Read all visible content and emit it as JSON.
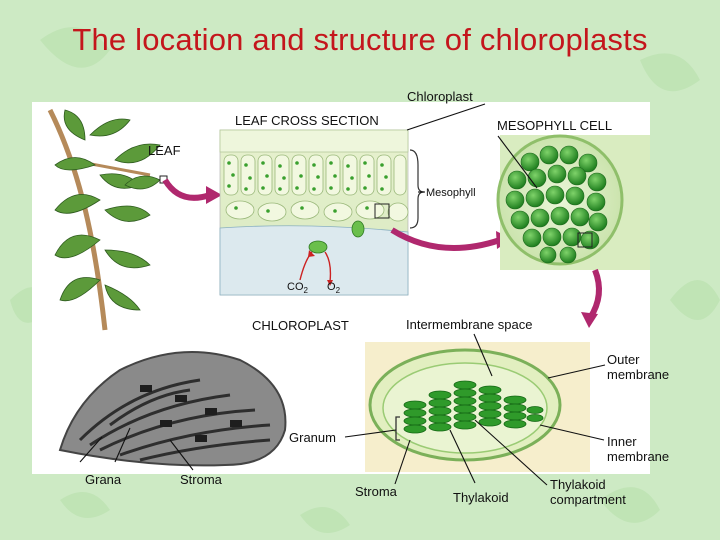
{
  "title": "The location and structure of chloroplasts",
  "labels": {
    "chloroplast": "Chloroplast",
    "leaf_cross_section": "LEAF CROSS SECTION",
    "mesophyll_cell": "MESOPHYLL CELL",
    "leaf": "LEAF",
    "mesophyll": "Mesophyll",
    "co2": "CO",
    "co2_sub": "2",
    "o2": "O",
    "o2_sub": "2",
    "chloroplast_caps": "CHLOROPLAST",
    "intermembrane_space": "Intermembrane space",
    "outer_membrane_1": "Outer",
    "outer_membrane_2": "membrane",
    "granum": "Granum",
    "inner_membrane_1": "Inner",
    "inner_membrane_2": "membrane",
    "grana": "Grana",
    "stroma_left": "Stroma",
    "stroma_right": "Stroma",
    "thylakoid": "Thylakoid",
    "thylakoid_compartment_1": "Thylakoid",
    "thylakoid_compartment_2": "compartment"
  },
  "colors": {
    "title": "#c4161c",
    "background": "#cdeac4",
    "arrow": "#b0286e",
    "chloroplast_green": "#2f9a2a",
    "leaf_green": "#5c9a3a"
  }
}
